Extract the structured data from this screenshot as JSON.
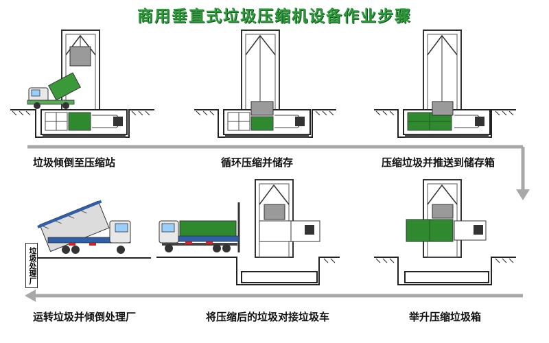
{
  "title": "商用垂直式垃圾压缩机设备作业步骤",
  "steps": [
    {
      "label": "垃圾倾倒至压缩站"
    },
    {
      "label": "循环压缩并储存"
    },
    {
      "label": "压缩垃圾并推送到储存箱"
    },
    {
      "label": "举升压缩垃圾箱"
    },
    {
      "label": "将压缩后的垃圾对接垃圾车"
    },
    {
      "label": "运转垃圾并倾倒处理厂"
    }
  ],
  "sign_text": "垃圾处理厂",
  "colors": {
    "title": "#2e9a3c",
    "container": "#2f8a2f",
    "truck_bed": "#2f5fa8",
    "stripe": "#d42222",
    "arrow": "#9a9a9a"
  }
}
